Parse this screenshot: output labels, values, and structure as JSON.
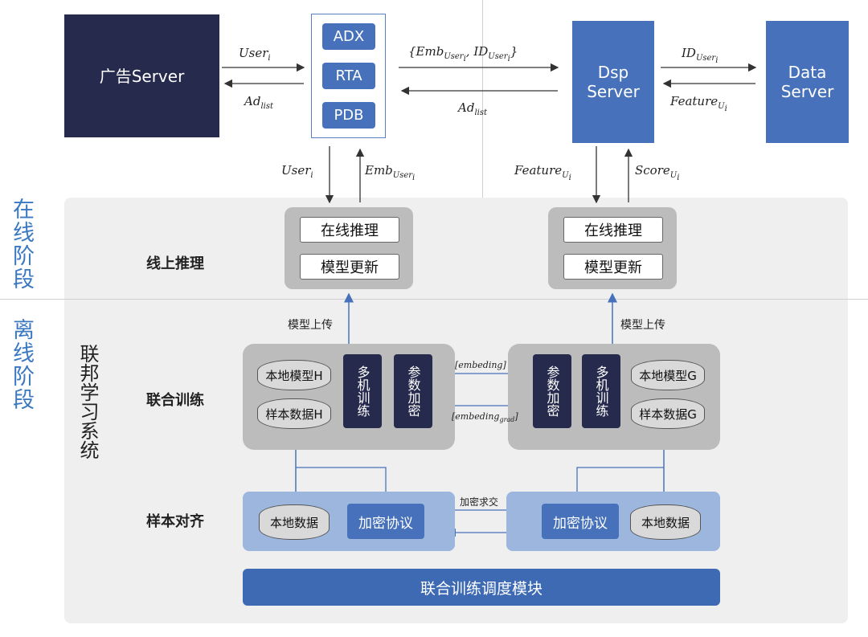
{
  "stages": {
    "online": "在线阶段",
    "offline": "离线阶段"
  },
  "system_label": "联邦学习系统",
  "rows": {
    "inference": "线上推理",
    "training": "联合训练",
    "alignment": "样本对齐"
  },
  "servers": {
    "ad_server": "广告Server",
    "dsp_server": "Dsp Server",
    "data_server": "Data Server"
  },
  "media_stack": [
    "ADX",
    "RTA",
    "PDB"
  ],
  "inference_boxes": [
    "在线推理",
    "模型更新"
  ],
  "upload_label": "模型上传",
  "training_left": {
    "store_model": "本地模型H",
    "store_sample": "样本数据H",
    "multi": "多机训练",
    "encrypt": "参数加密"
  },
  "training_right": {
    "encrypt": "参数加密",
    "multi": "多机训练",
    "store_model": "本地模型G",
    "store_sample": "样本数据G"
  },
  "exchange": {
    "forward": "[embeding]",
    "backward_base": "[embeding",
    "backward_sub": "grad",
    "backward_close": "]"
  },
  "alignment": {
    "local_data": "本地数据",
    "protocol": "加密协议",
    "exchange": "加密求交"
  },
  "scheduler": "联合训练调度模块",
  "edges": {
    "user_base": "User",
    "user_sub": "i",
    "adlist_base": "Ad",
    "adlist_sub": "list",
    "emb_open": "{",
    "emb_base": "Emb",
    "emb_sub": "User",
    "emb_subsub": "i",
    "comma": ", ",
    "id_base": "ID",
    "id_sub": "User",
    "id_subsub": "i",
    "emb_close": "}",
    "feature_base": "Feature",
    "feature_sub": "U",
    "feature_subsub": "i",
    "score_base": "Score",
    "score_sub": "U",
    "score_subsub": "i"
  },
  "colors": {
    "navy": "#262a4d",
    "blue": "#4772bb",
    "panel": "#efefef",
    "grey": "#bcbcbc",
    "light_blue": "#9cb6de"
  }
}
